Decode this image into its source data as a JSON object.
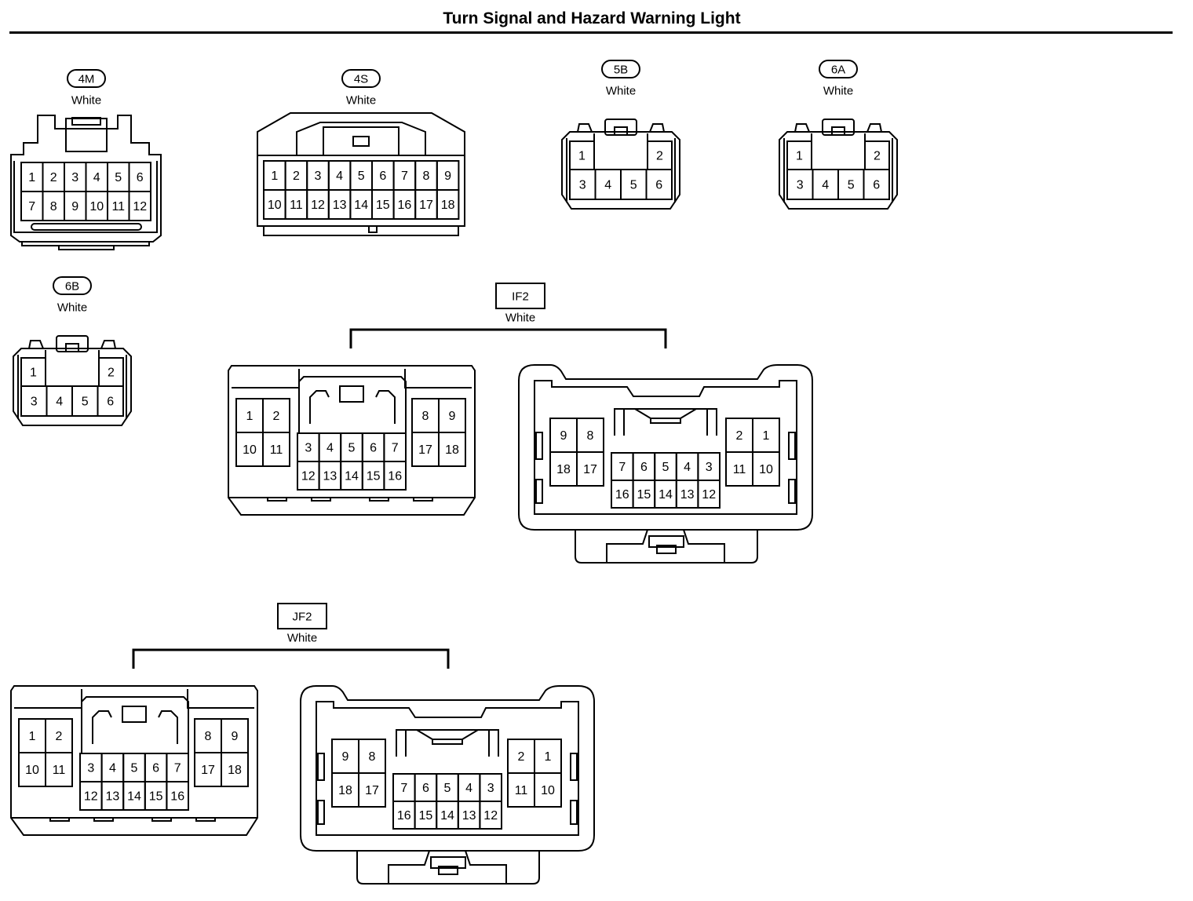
{
  "title": "Turn Signal and Hazard Warning Light",
  "connectors": [
    {
      "id": "4M",
      "color": "White",
      "tag_shape": "pill",
      "pins": [
        [
          "1",
          "2",
          "3",
          "4",
          "5",
          "6"
        ],
        [
          "7",
          "8",
          "9",
          "10",
          "11",
          "12"
        ]
      ]
    },
    {
      "id": "4S",
      "color": "White",
      "tag_shape": "pill",
      "pins": [
        [
          "1",
          "2",
          "3",
          "4",
          "5",
          "6",
          "7",
          "8",
          "9"
        ],
        [
          "10",
          "11",
          "12",
          "13",
          "14",
          "15",
          "16",
          "17",
          "18"
        ]
      ]
    },
    {
      "id": "5B",
      "color": "White",
      "tag_shape": "pill",
      "pins": {
        "top": [
          "1",
          "2"
        ],
        "bottom": [
          "3",
          "4",
          "5",
          "6"
        ]
      }
    },
    {
      "id": "6A",
      "color": "White",
      "tag_shape": "pill",
      "pins": {
        "top": [
          "1",
          "2"
        ],
        "bottom": [
          "3",
          "4",
          "5",
          "6"
        ]
      }
    },
    {
      "id": "6B",
      "color": "White",
      "tag_shape": "pill",
      "pins": {
        "top": [
          "1",
          "2"
        ],
        "bottom": [
          "3",
          "4",
          "5",
          "6"
        ]
      }
    },
    {
      "id": "IF2",
      "color": "White",
      "tag_shape": "box",
      "male_side": {
        "left": [
          [
            "1",
            "2"
          ],
          [
            "10",
            "11"
          ]
        ],
        "center": [
          [
            "3",
            "4",
            "5",
            "6",
            "7"
          ],
          [
            "12",
            "13",
            "14",
            "15",
            "16"
          ]
        ],
        "right": [
          [
            "8",
            "9"
          ],
          [
            "17",
            "18"
          ]
        ]
      },
      "female_side": {
        "left": [
          [
            "9",
            "8"
          ],
          [
            "18",
            "17"
          ]
        ],
        "center": [
          [
            "7",
            "6",
            "5",
            "4",
            "3"
          ],
          [
            "16",
            "15",
            "14",
            "13",
            "12"
          ]
        ],
        "right": [
          [
            "2",
            "1"
          ],
          [
            "11",
            "10"
          ]
        ]
      }
    },
    {
      "id": "JF2",
      "color": "White",
      "tag_shape": "box",
      "male_side": {
        "left": [
          [
            "1",
            "2"
          ],
          [
            "10",
            "11"
          ]
        ],
        "center": [
          [
            "3",
            "4",
            "5",
            "6",
            "7"
          ],
          [
            "12",
            "13",
            "14",
            "15",
            "16"
          ]
        ],
        "right": [
          [
            "8",
            "9"
          ],
          [
            "17",
            "18"
          ]
        ]
      },
      "female_side": {
        "left": [
          [
            "9",
            "8"
          ],
          [
            "18",
            "17"
          ]
        ],
        "center": [
          [
            "7",
            "6",
            "5",
            "4",
            "3"
          ],
          [
            "16",
            "15",
            "14",
            "13",
            "12"
          ]
        ],
        "right": [
          [
            "2",
            "1"
          ],
          [
            "11",
            "10"
          ]
        ]
      }
    }
  ],
  "colors": {
    "line": "#000000",
    "background": "#ffffff"
  }
}
